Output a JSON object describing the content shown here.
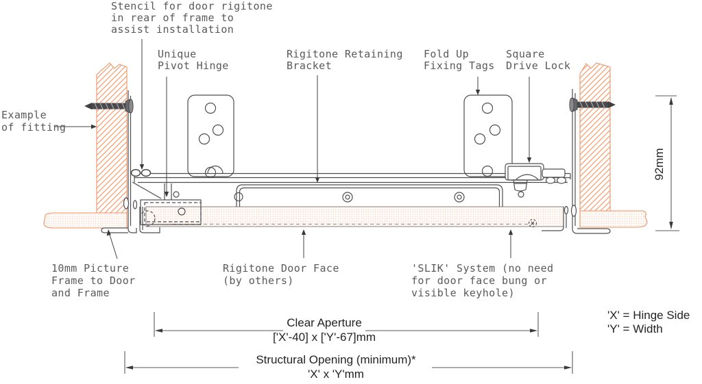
{
  "drawing": {
    "callouts": {
      "stencil": {
        "lines": [
          "Stencil for door rigitone",
          "in rear of frame to",
          "assist installation"
        ]
      },
      "pivot_hinge": {
        "lines": [
          "Unique",
          "Pivot Hinge"
        ]
      },
      "retaining_bracket": {
        "lines": [
          "Rigitone Retaining",
          "Bracket"
        ]
      },
      "fixing_tags": {
        "lines": [
          "Fold Up",
          "Fixing Tags"
        ]
      },
      "drive_lock": {
        "lines": [
          "Square",
          "Drive Lock"
        ]
      },
      "example_fitting": {
        "lines": [
          "Example",
          "of fitting"
        ]
      },
      "picture_frame": {
        "lines": [
          "10mm Picture",
          "Frame to Door",
          "and Frame"
        ]
      },
      "door_face": {
        "lines": [
          "Rigitone Door Face",
          "(by others)"
        ]
      },
      "slik_system": {
        "lines": [
          "'SLIK' System (no need",
          "for door face bung or",
          "visible keyhole)"
        ]
      }
    },
    "dimensions": {
      "clear_aperture": {
        "title": "Clear Aperture",
        "value": "['X'-40] x ['Y'-67]mm"
      },
      "structural_opening": {
        "title": "Structural Opening (minimum)*",
        "value": "'X' x 'Y'mm"
      },
      "frame_depth": "92mm"
    },
    "legend": {
      "x_def": "'X' = Hinge Side",
      "y_def": "'Y' = Width"
    },
    "colors": {
      "hatch_diagonal": "#F19A6B",
      "hatch_grid": "#F5BE9C",
      "part_outline": "#EC9466",
      "linework": "#4D4D4F",
      "label_text": "#58595B",
      "dimension_text": "#232323"
    }
  }
}
